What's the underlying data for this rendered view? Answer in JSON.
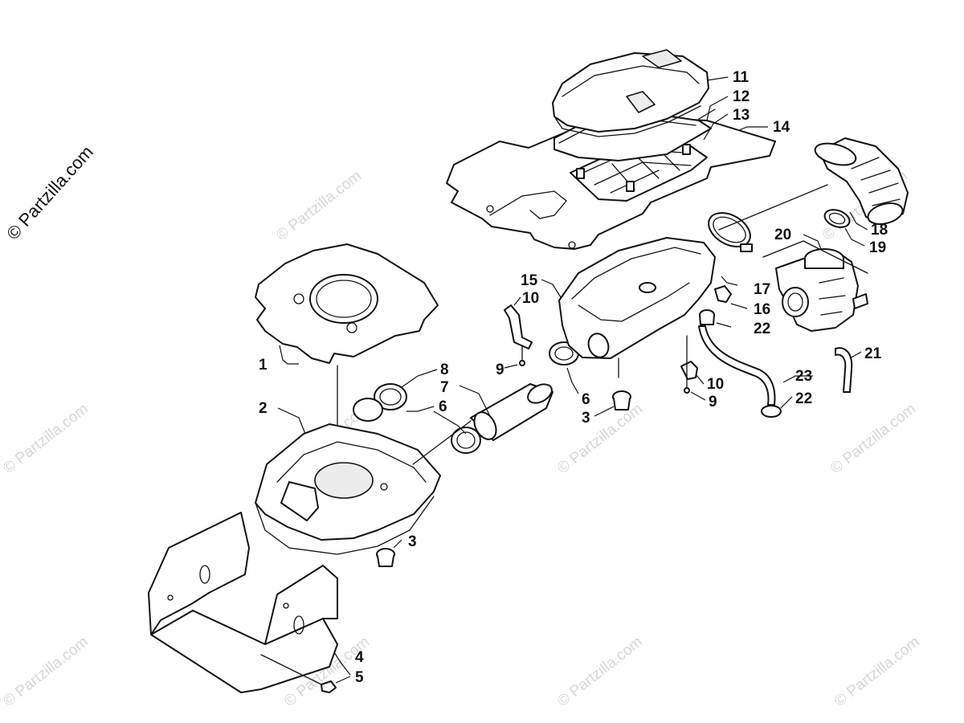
{
  "watermark": {
    "main": "© Partzilla.com",
    "repeat": "© Partzilla.com"
  },
  "callouts": {
    "c1": "1",
    "c2": "2",
    "c3a": "3",
    "c3b": "3",
    "c4": "4",
    "c5": "5",
    "c6a": "6",
    "c6b": "6",
    "c7": "7",
    "c8": "8",
    "c9a": "9",
    "c9b": "9",
    "c10a": "10",
    "c10b": "10",
    "c11": "11",
    "c12": "12",
    "c13": "13",
    "c14": "14",
    "c15": "15",
    "c16": "16",
    "c17": "17",
    "c18": "18",
    "c19": "19",
    "c20": "20",
    "c21": "21",
    "c22a": "22",
    "c22b": "22",
    "c23": "23"
  },
  "colors": {
    "line": "#111111",
    "watermark": "#d6d6d6",
    "background": "#ffffff"
  }
}
